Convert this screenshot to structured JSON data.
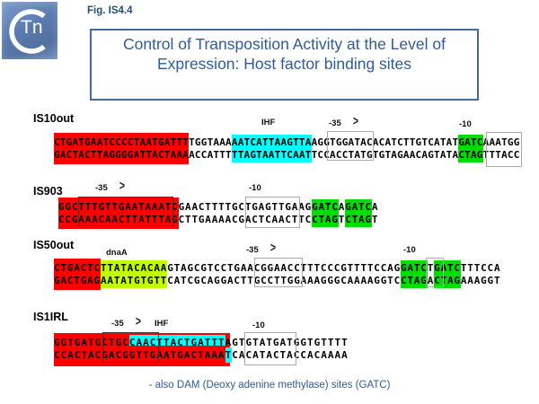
{
  "figure_label": "Fig. IS4.4",
  "logo": {
    "text": "Tn"
  },
  "title": "Control of Transposition Activity at the Level of Expression: Host factor binding sites",
  "caption": "- also DAM (Deoxy adenine methylase) sites (GATC)",
  "colors": {
    "highlight_red": "#FF0000",
    "highlight_cyan": "#00FFFF",
    "highlight_green": "#00DD00",
    "highlight_chartreuse": "#BFFF00",
    "title_blue": "#2E5B9B",
    "title_border_blue": "#44699D",
    "fig_label_blue": "#1F4E79"
  },
  "blocks": [
    {
      "name": "IS10out",
      "ihf": "IHF",
      "m35": "-35",
      "m10": "-10",
      "arrow": ">",
      "top": {
        "s0": "CTGATGAATCCCCTAATGATTT",
        "s1": "TGGTAAA",
        "s2": "AATCATTAAGTTA",
        "s3": "AGGTGGATACACATCTTGTCATAT",
        "s4": "GATC",
        "s5": "AAATGG"
      },
      "bot": {
        "s0": "GACTACTTAGGGGATTACTAAA",
        "s1": "ACCATTT",
        "s2": "TTAGTAATTCAAT",
        "s3": "TCCACCTATGTGTAGAACAGTATA",
        "s4": "CTAG",
        "s5": "TTTACC"
      }
    },
    {
      "name": "IS903",
      "m35": "-35",
      "m10": "-10",
      "arrow": ">",
      "top": {
        "s0": "GGCTTTGTTGAATAAATC",
        "s1": "GAACTTTTGCTGAGTTGAAG",
        "s2": "GATC",
        "s3": "A",
        "s4": "GATC",
        "s5": "A"
      },
      "bot": {
        "s0": "CCGAAACAACTTATTTAG",
        "s1": "CTTGAAAACGACTCAACTTC",
        "s2": "CTAG",
        "s3": "T",
        "s4": "CTAG",
        "s5": "T"
      }
    },
    {
      "name": "IS50out",
      "dnaa": "dnaA",
      "m35": "-35",
      "m10": "-10",
      "arrow": ">",
      "top": {
        "s0": "CTGACTC",
        "s1": "TTATACACAA",
        "s2": "GTAGCGTCCTGAACGGAACCTTTCCCGTTTTCCAG",
        "s3": "GATC",
        "s4": "T",
        "s5": "GATC",
        "s6": "TTTCCA"
      },
      "bot": {
        "s0": "GACTGAG",
        "s1": "AATATGTGTT",
        "s2": "CATCGCAGGACTTGCCTTGGAAAGGGCAAAAGGTC",
        "s3": "CTAG",
        "s4": "A",
        "s5": "CTAG",
        "s6": "AAAGGT"
      }
    },
    {
      "name": "IS1IRL",
      "ihf": "IHF",
      "m35": "-35",
      "m10": "-10",
      "arrow": ">",
      "top": {
        "s0": "GGTGATGCTGC",
        "s1": "CAACTTACTGATTT",
        "s2": "AGTGTATGATGGTGTTTT"
      },
      "bot": {
        "s0": "CCACTACGACG",
        "s1": "GTTGAATGACTAAA",
        "s2": "T",
        "s3": "CACATACTACCACAAAA"
      }
    }
  ]
}
